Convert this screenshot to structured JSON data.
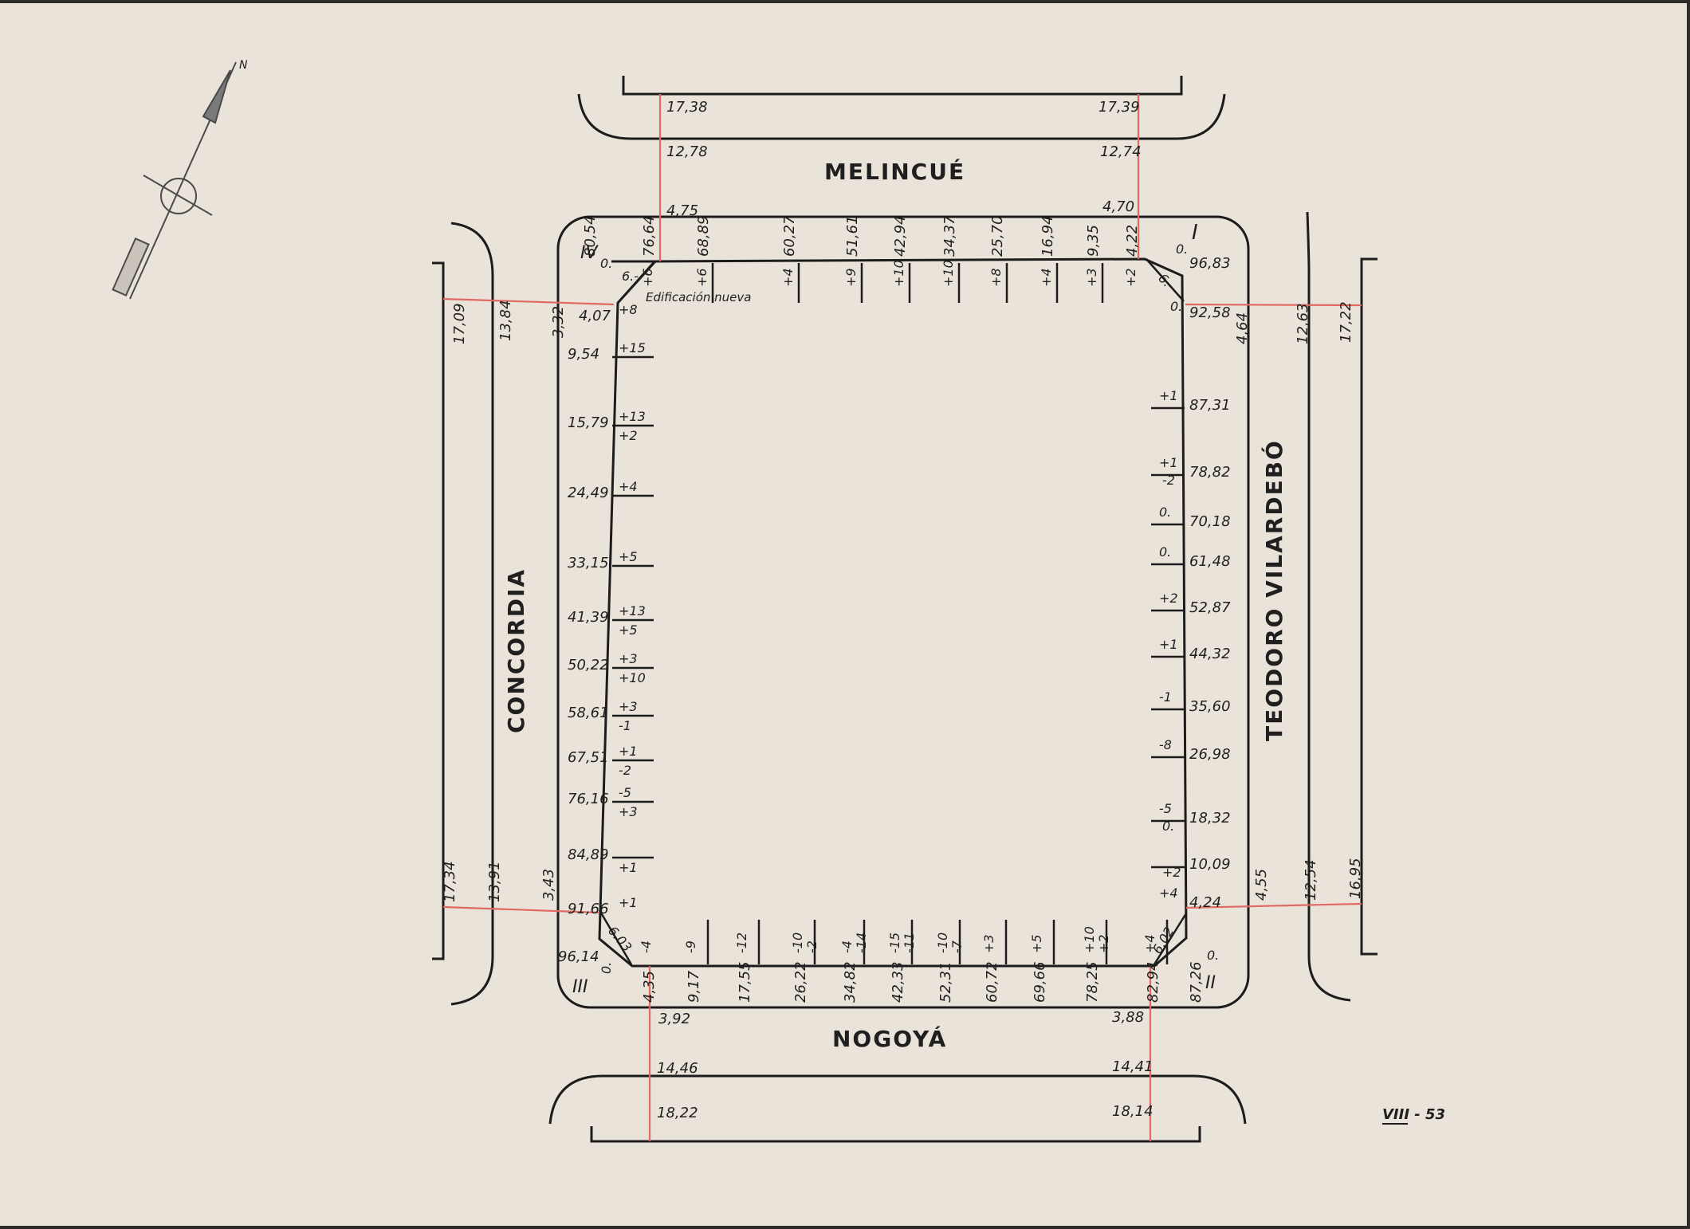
{
  "streets": {
    "north": "MELINCUÉ",
    "south": "NOGOYÁ",
    "west": "CONCORDIA",
    "east": "TEODORO VILARDEBÓ"
  },
  "corners": {
    "c1": "I",
    "c2": "II",
    "c3": "III",
    "c4": "IV"
  },
  "note": "Edificación nueva",
  "sheet_code": "VIII - 53",
  "north_label": "N",
  "crossings": {
    "nw_top": "17,38",
    "nw_mid": "12,78",
    "nw_low": "4,75",
    "ne_top": "17,39",
    "ne_mid": "12,74",
    "ne_low": "4,70",
    "sw_top": "3,92",
    "sw_mid": "14,46",
    "sw_low": "18,22",
    "se_top": "3,88",
    "se_mid": "14,41",
    "se_low": "18,14",
    "wn_1": "17,09",
    "wn_2": "13,84",
    "wn_3": "3,32",
    "wn_4": "4,07",
    "ws_1": "17,34",
    "ws_2": "13,91",
    "ws_3": "3,43",
    "en_1": "4,64",
    "en_2": "12,63",
    "en_3": "17,22",
    "es_1": "4,55",
    "es_2": "12,54",
    "es_3": "16,95"
  },
  "north_side": [
    {
      "dist": "80,54",
      "diff": ""
    },
    {
      "dist": "76,64",
      "diff": "+6"
    },
    {
      "dist": "68,89",
      "diff": "+6"
    },
    {
      "dist": "60,27",
      "diff": "+4"
    },
    {
      "dist": "51,61",
      "diff": "+9"
    },
    {
      "dist": "42,94",
      "diff": "+10"
    },
    {
      "dist": "34,37",
      "diff": "+10"
    },
    {
      "dist": "25,70",
      "diff": "+8"
    },
    {
      "dist": "16,94",
      "diff": "+4"
    },
    {
      "dist": "9,35",
      "diff": "+3"
    },
    {
      "dist": "4,22",
      "diff": "+2"
    }
  ],
  "west_side": [
    {
      "dist": "4,07",
      "top": "+8",
      "bottom": ""
    },
    {
      "dist": "9,54",
      "top": "+15",
      "bottom": ""
    },
    {
      "dist": "15,79",
      "top": "+13",
      "bottom": "+2"
    },
    {
      "dist": "24,49",
      "top": "+4",
      "bottom": ""
    },
    {
      "dist": "33,15",
      "top": "+5",
      "bottom": ""
    },
    {
      "dist": "41,39",
      "top": "+13",
      "bottom": "+5"
    },
    {
      "dist": "50,22",
      "top": "+3",
      "bottom": "+10"
    },
    {
      "dist": "58,61",
      "top": "+3",
      "bottom": "-1"
    },
    {
      "dist": "67,51",
      "top": "+1",
      "bottom": "-2"
    },
    {
      "dist": "76,16",
      "top": "-5",
      "bottom": "+3"
    },
    {
      "dist": "84,89",
      "top": "",
      "bottom": "+1"
    },
    {
      "dist": "91,66",
      "top": "+1",
      "bottom": ""
    }
  ],
  "east_side": [
    {
      "dist": "96,83",
      "top": "",
      "bottom": ""
    },
    {
      "dist": "92,58",
      "top": "",
      "bottom": ""
    },
    {
      "dist": "87,31",
      "top": "+1",
      "bottom": ""
    },
    {
      "dist": "78,82",
      "top": "+1",
      "bottom": "-2"
    },
    {
      "dist": "70,18",
      "top": "0.",
      "bottom": ""
    },
    {
      "dist": "61,48",
      "top": "0.",
      "bottom": ""
    },
    {
      "dist": "52,87",
      "top": "+2",
      "bottom": ""
    },
    {
      "dist": "44,32",
      "top": "+1",
      "bottom": ""
    },
    {
      "dist": "35,60",
      "top": "-1",
      "bottom": ""
    },
    {
      "dist": "26,98",
      "top": "-8",
      "bottom": ""
    },
    {
      "dist": "18,32",
      "top": "-5",
      "bottom": "0."
    },
    {
      "dist": "10,09",
      "top": "",
      "bottom": "+2"
    },
    {
      "dist": "4,24",
      "top": "+4",
      "bottom": ""
    }
  ],
  "south_side": [
    {
      "dist": "4,35",
      "top": "-4",
      "bottom": ""
    },
    {
      "dist": "9,17",
      "top": "-9",
      "bottom": ""
    },
    {
      "dist": "17,55",
      "top": "-12",
      "bottom": ""
    },
    {
      "dist": "26,22",
      "top": "-10",
      "bottom": "-2"
    },
    {
      "dist": "34,82",
      "top": "-4",
      "bottom": "-14"
    },
    {
      "dist": "42,33",
      "top": "-15",
      "bottom": "-11"
    },
    {
      "dist": "52,31",
      "top": "-10",
      "bottom": "-7"
    },
    {
      "dist": "60,72",
      "top": "+3",
      "bottom": ""
    },
    {
      "dist": "69,66",
      "top": "+5",
      "bottom": ""
    },
    {
      "dist": "78,25",
      "top": "+10",
      "bottom": "+2"
    },
    {
      "dist": "82,94",
      "top": "+4",
      "bottom": ""
    },
    {
      "dist": "87,26",
      "top": "",
      "bottom": ""
    }
  ],
  "corner_values": {
    "nw_zero": "0.",
    "nw_chamfer": "6.-",
    "ne_zero": "0.",
    "ne_chamfer": "6.-",
    "ne_zero2": "0.",
    "sw_zero": "0.",
    "sw_chamfer": "6.03",
    "sw_dist": "96,14",
    "se_zero": "0.",
    "se_chamfer": "6.02"
  }
}
